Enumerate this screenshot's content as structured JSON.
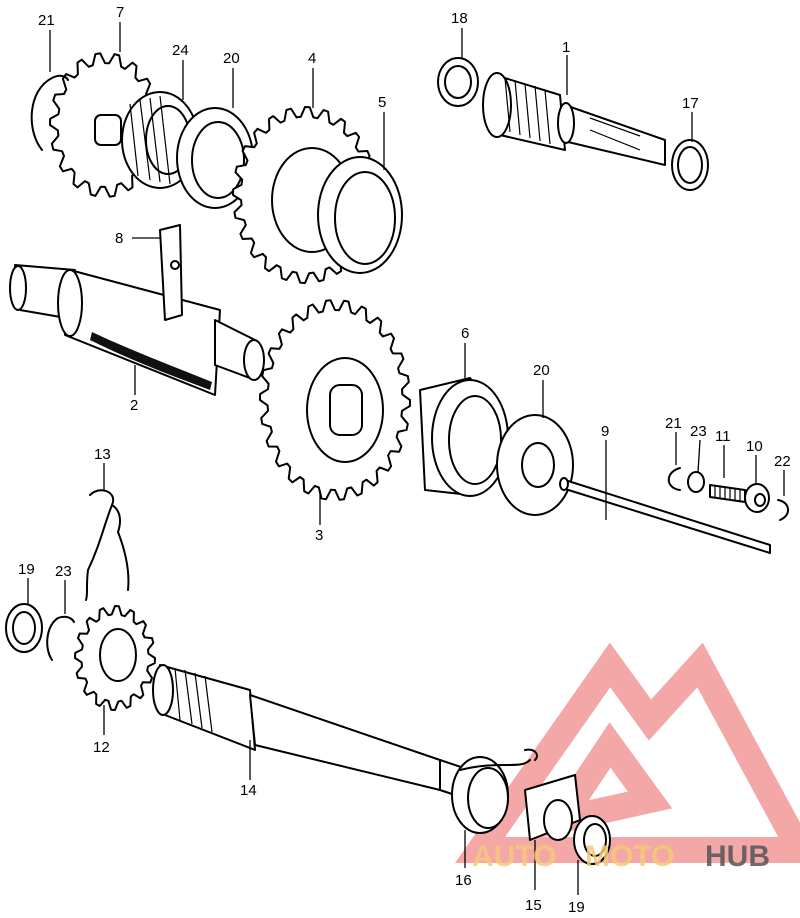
{
  "part_labels": [
    {
      "id": "1",
      "text": "1"
    },
    {
      "id": "2",
      "text": "2"
    },
    {
      "id": "3",
      "text": "3"
    },
    {
      "id": "4",
      "text": "4"
    },
    {
      "id": "5",
      "text": "5"
    },
    {
      "id": "6",
      "text": "6"
    },
    {
      "id": "7",
      "text": "7"
    },
    {
      "id": "8",
      "text": "8"
    },
    {
      "id": "9",
      "text": "9"
    },
    {
      "id": "10",
      "text": "10"
    },
    {
      "id": "11",
      "text": "11"
    },
    {
      "id": "12",
      "text": "12"
    },
    {
      "id": "13",
      "text": "13"
    },
    {
      "id": "14",
      "text": "14"
    },
    {
      "id": "15",
      "text": "15"
    },
    {
      "id": "16",
      "text": "16"
    },
    {
      "id": "17",
      "text": "17"
    },
    {
      "id": "18",
      "text": "18"
    },
    {
      "id": "19a",
      "text": "19"
    },
    {
      "id": "19b",
      "text": "19"
    },
    {
      "id": "20a",
      "text": "20"
    },
    {
      "id": "20b",
      "text": "20"
    },
    {
      "id": "21a",
      "text": "21"
    },
    {
      "id": "21b",
      "text": "21"
    },
    {
      "id": "22",
      "text": "22"
    },
    {
      "id": "23a",
      "text": "23"
    },
    {
      "id": "23b",
      "text": "23"
    },
    {
      "id": "24",
      "text": "24"
    }
  ],
  "watermark": {
    "auto": "AUTO",
    "moto": "MOTO",
    "hub": "HUB",
    "colors": {
      "triangle": "#f08a8a",
      "auto": "#f5c97a",
      "moto": "#f5c97a",
      "hub": "#555555"
    }
  }
}
